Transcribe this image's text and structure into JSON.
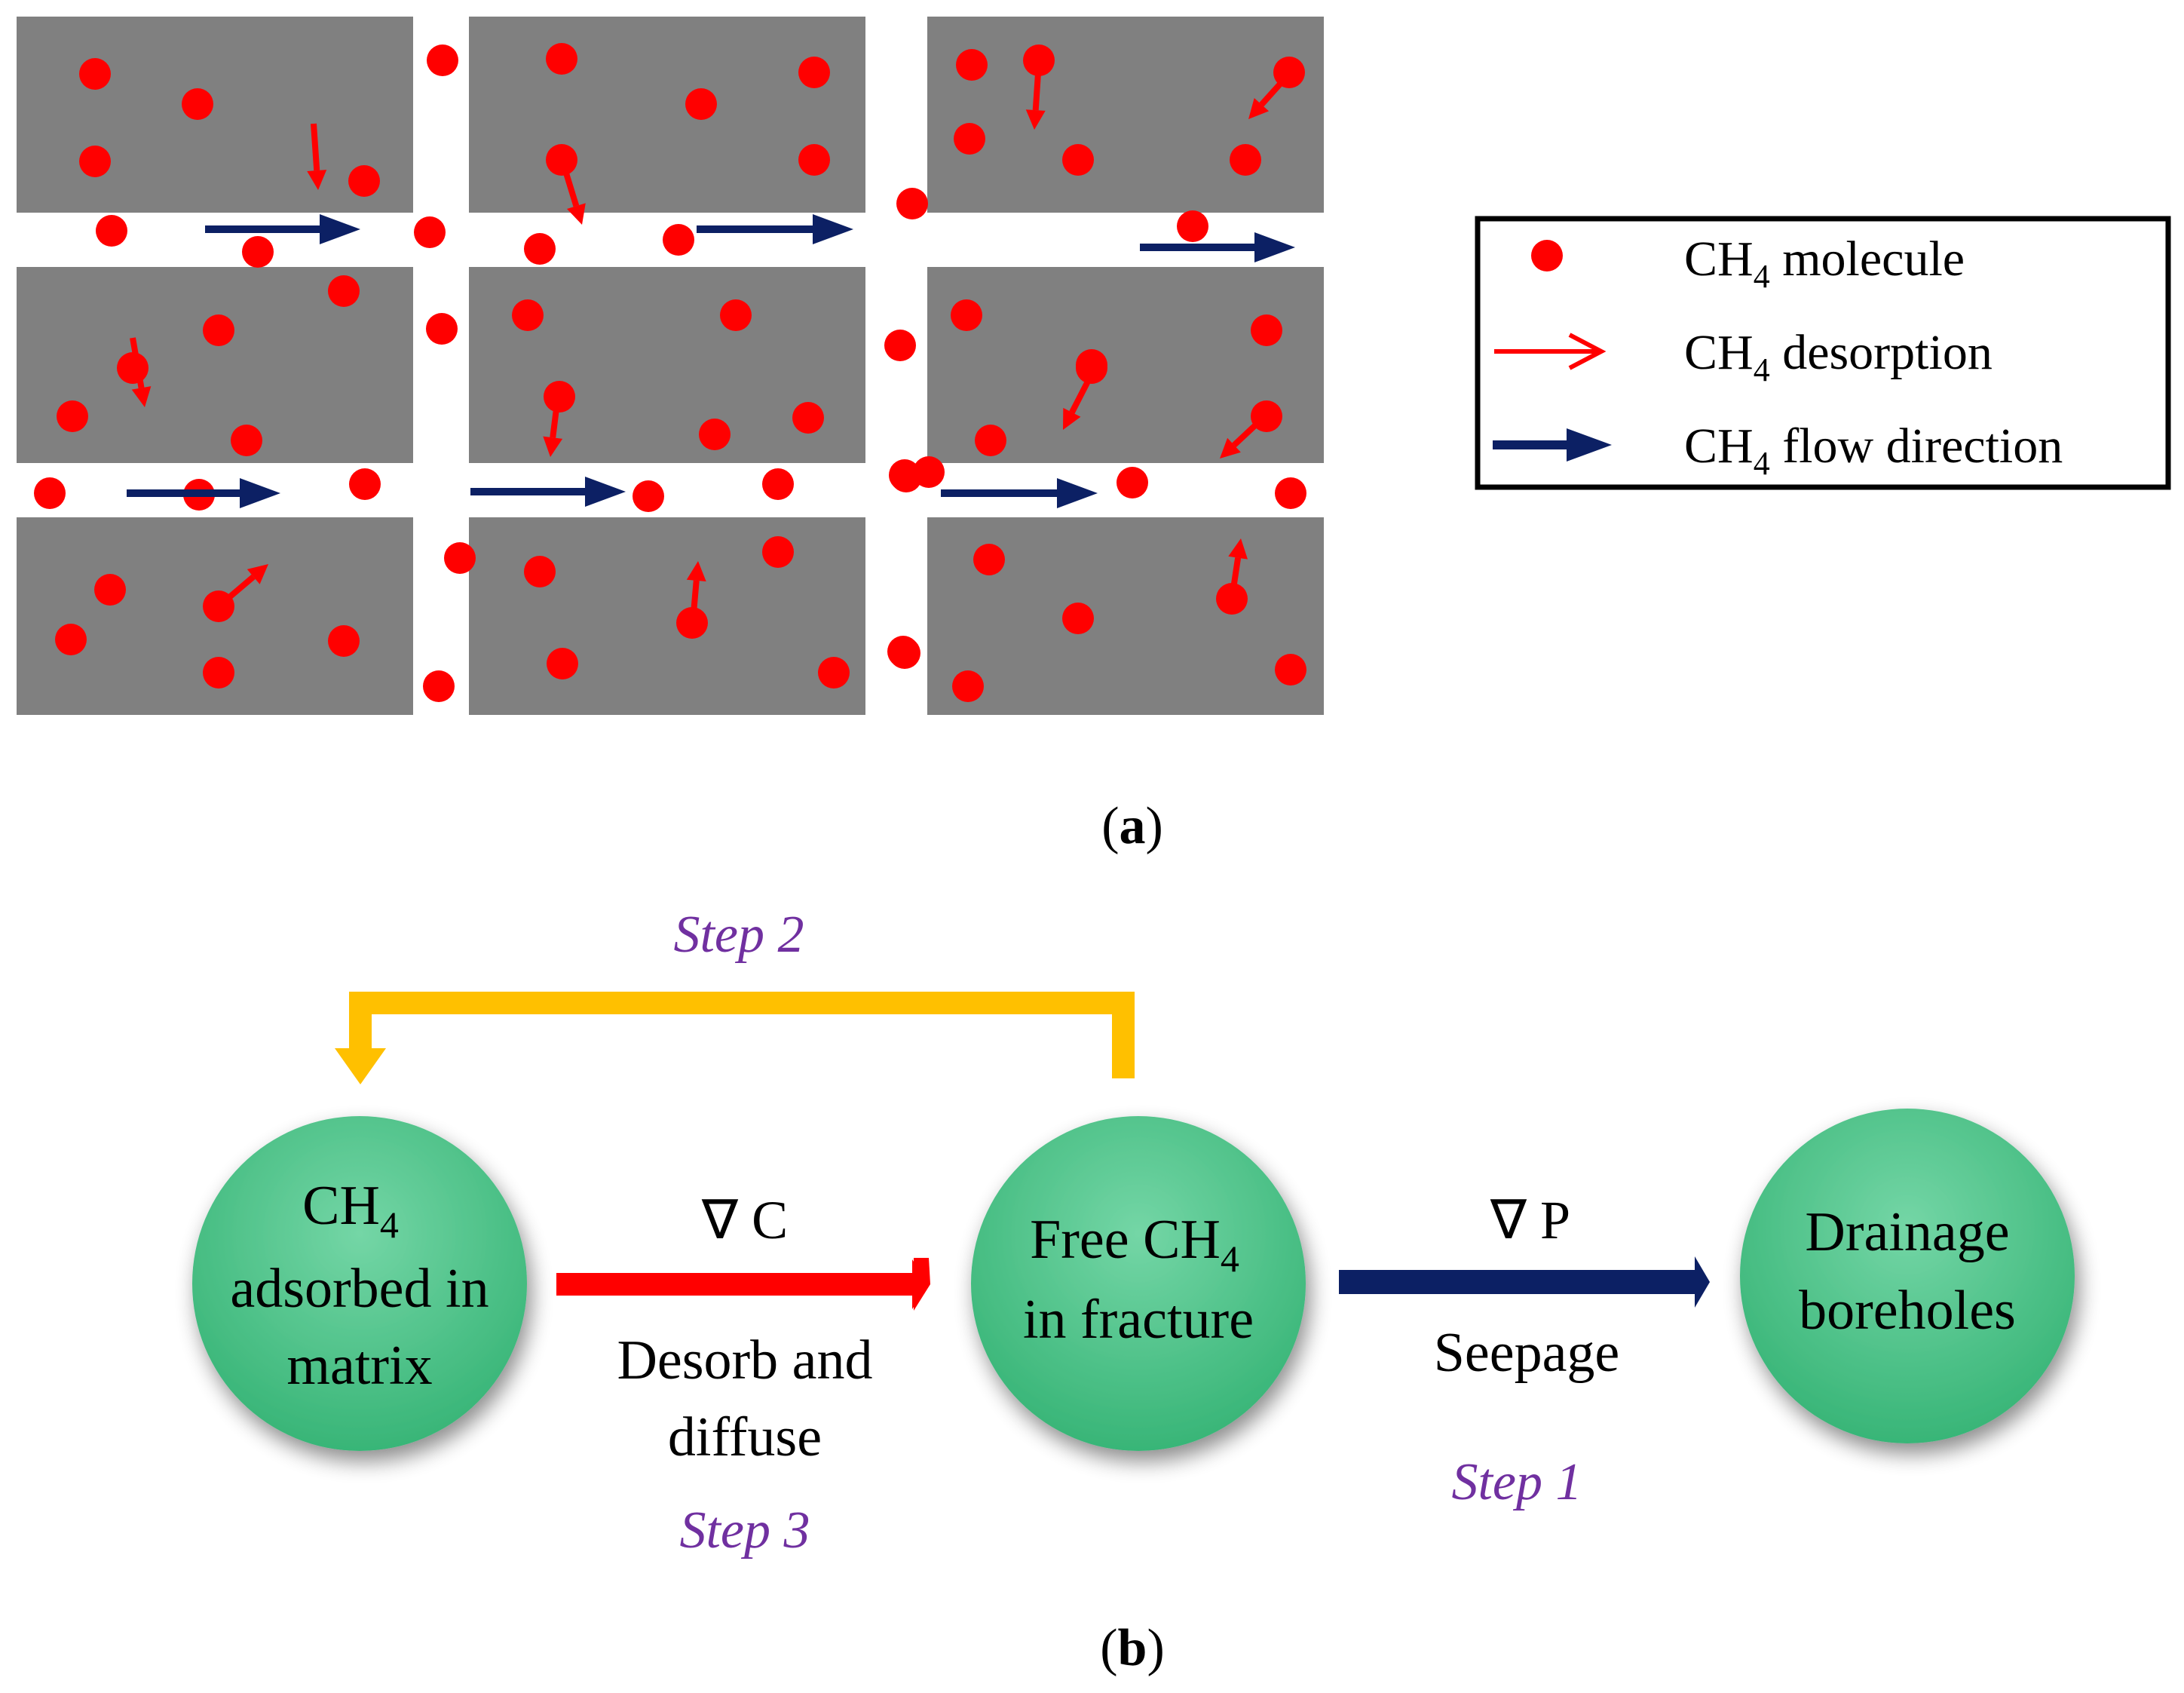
{
  "colors": {
    "matrix_block": "#808080",
    "molecule": "#ff0000",
    "desorption_arrow": "#ff0000",
    "flow_arrow": "#0c2064",
    "step2_arrow": "#ffc000",
    "node_fill_top": "#6fd3a0",
    "node_fill_bottom": "#3dba7c",
    "step_text": "#7030a0"
  },
  "panel_a": {
    "label_open": "(",
    "label_letter": "a",
    "label_close": ")",
    "legend": {
      "molecule": {
        "prefix": "CH",
        "sub": "4",
        "suffix": " molecule",
        "icon": "red-dot-icon"
      },
      "desorption": {
        "prefix": "CH",
        "sub": "4",
        "suffix": " desorption",
        "icon": "red-arrow-icon"
      },
      "flow": {
        "prefix": "CH",
        "sub": "4",
        "suffix": " flow direction",
        "icon": "navy-arrow-icon"
      }
    }
  },
  "panel_b": {
    "label_open": "(",
    "label_letter": "b",
    "label_close": ")",
    "node_matrix": {
      "line1_prefix": "CH",
      "line1_sub": "4",
      "line2": "adsorbed in",
      "line3": "matrix"
    },
    "node_fracture": {
      "line1_prefix": "Free CH",
      "line1_sub": "4",
      "line2": "in fracture"
    },
    "node_drainage": {
      "line1": "Drainage",
      "line2": "boreholes"
    },
    "gradient_c": "∇  C",
    "gradient_p": "∇  P",
    "desorb_line1": "Desorb and",
    "desorb_line2": "diffuse",
    "seepage": "Seepage",
    "step1": "Step 1",
    "step2": "Step 2",
    "step3": "Step 3"
  }
}
